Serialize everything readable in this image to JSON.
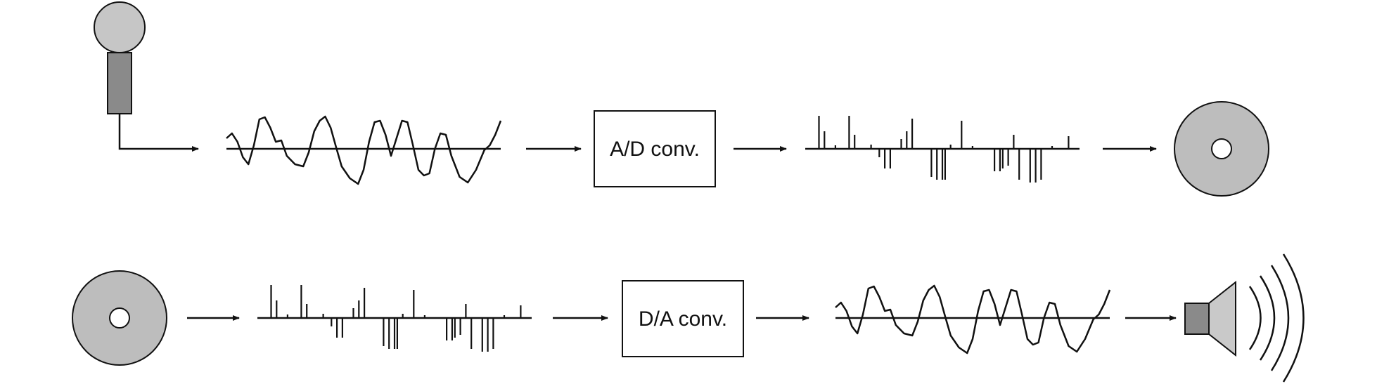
{
  "colors": {
    "stroke": "#111111",
    "mic_head": "#c6c6c6",
    "mic_body": "#8a8a8a",
    "disc": "#bdbdbd",
    "speaker_dark": "#8a8a8a",
    "speaker_light": "#c9c9c9",
    "background": "#ffffff"
  },
  "icons": {
    "source": "microphone-icon",
    "storage": "disc-icon",
    "output": "speaker-icon"
  },
  "record_chain": {
    "converter_label": "A/D conv."
  },
  "playback_chain": {
    "converter_label": "D/A conv."
  },
  "signals": {
    "analog_wave": "analog-waveform",
    "digital_samples": "sampled-signal"
  }
}
